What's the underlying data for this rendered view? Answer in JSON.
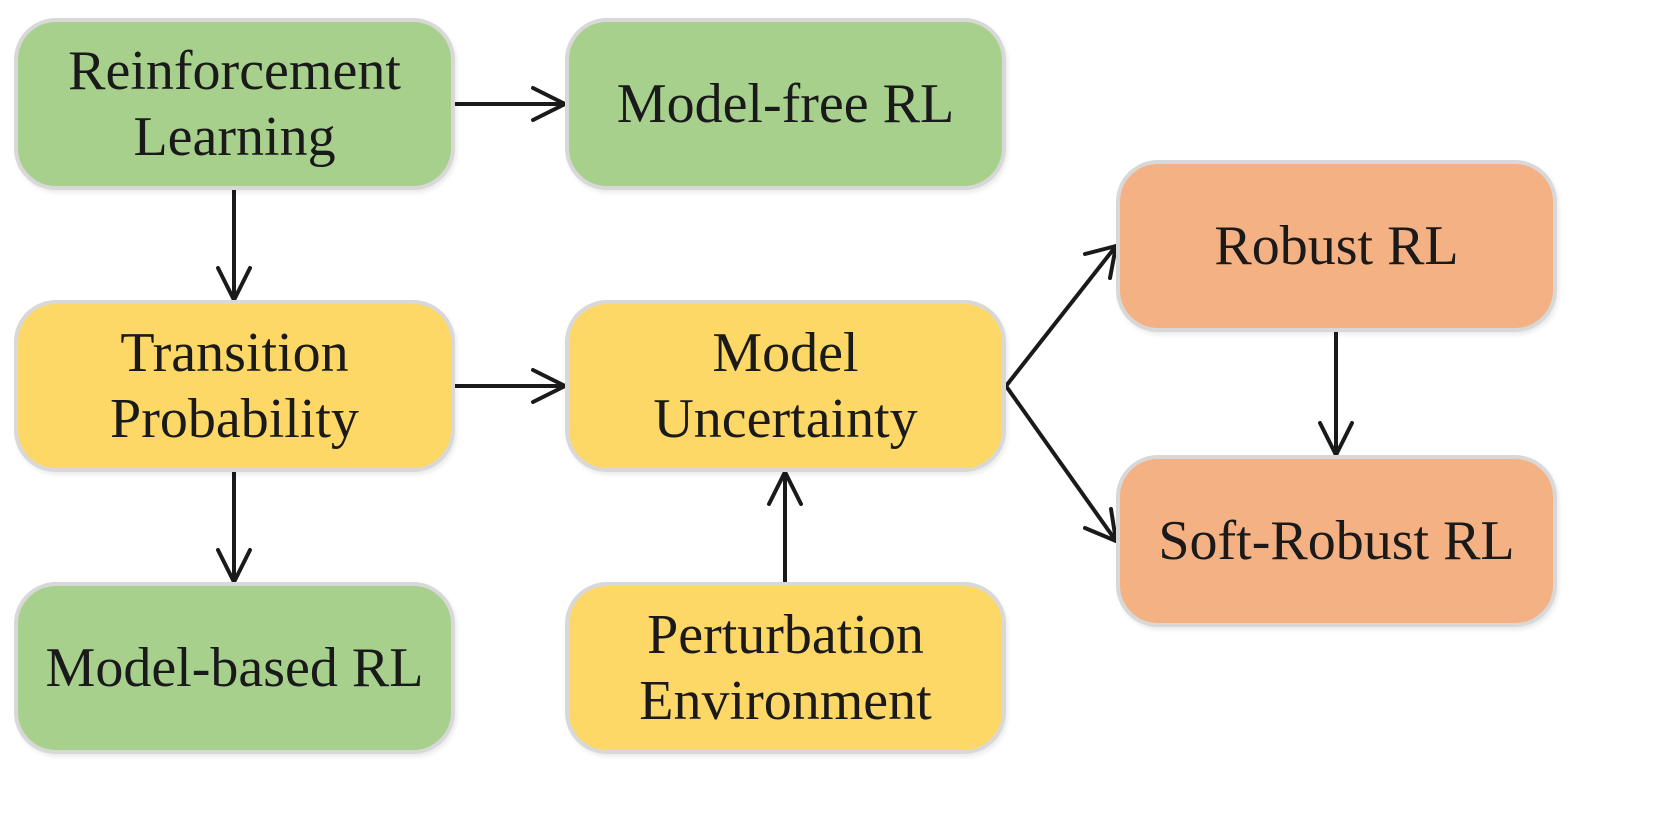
{
  "nodes": {
    "reinforcement_learning": {
      "line1": "Reinforcement",
      "line2": "Learning",
      "color": "#a8d08d"
    },
    "model_free_rl": {
      "line1": "Model-free RL",
      "color": "#a8d08d"
    },
    "transition_probability": {
      "line1": "Transition",
      "line2": "Probability",
      "color": "#fed866"
    },
    "model_uncertainty": {
      "line1": "Model",
      "line2": "Uncertainty",
      "color": "#fed866"
    },
    "model_based_rl": {
      "line1": "Model-based RL",
      "color": "#a8d08d"
    },
    "perturbation_environment": {
      "line1": "Perturbation",
      "line2": "Environment",
      "color": "#fed866"
    },
    "robust_rl": {
      "line1": "Robust RL",
      "color": "#f4b183"
    },
    "soft_robust_rl": {
      "line1": "Soft-Robust RL",
      "color": "#f4b183"
    }
  },
  "edges": [
    {
      "from": "reinforcement_learning",
      "to": "model_free_rl"
    },
    {
      "from": "reinforcement_learning",
      "to": "transition_probability"
    },
    {
      "from": "transition_probability",
      "to": "model_uncertainty"
    },
    {
      "from": "transition_probability",
      "to": "model_based_rl"
    },
    {
      "from": "perturbation_environment",
      "to": "model_uncertainty"
    },
    {
      "from": "model_uncertainty",
      "to": "robust_rl"
    },
    {
      "from": "model_uncertainty",
      "to": "soft_robust_rl"
    },
    {
      "from": "robust_rl",
      "to": "soft_robust_rl"
    }
  ]
}
